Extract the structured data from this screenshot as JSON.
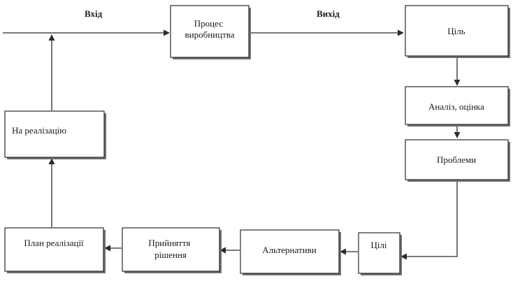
{
  "diagram": {
    "edge_input_label": "Вхід",
    "edge_output_label": "Вихід",
    "nodes": {
      "production": "Процес виробництва",
      "goal": "Ціль",
      "analysis": "Аналіз, оцінка",
      "problems": "Проблеми",
      "objectives": "Цілі",
      "alternatives": "Альтернативи",
      "decision": "Прийняття рішення",
      "plan": "План реалізації",
      "implementation": "На реалізацію"
    }
  },
  "colors": {
    "line": "#2b2b2b",
    "box_border": "#2b2b2b",
    "box_shadow": "#6f6f6f",
    "background": "#ffffff"
  }
}
